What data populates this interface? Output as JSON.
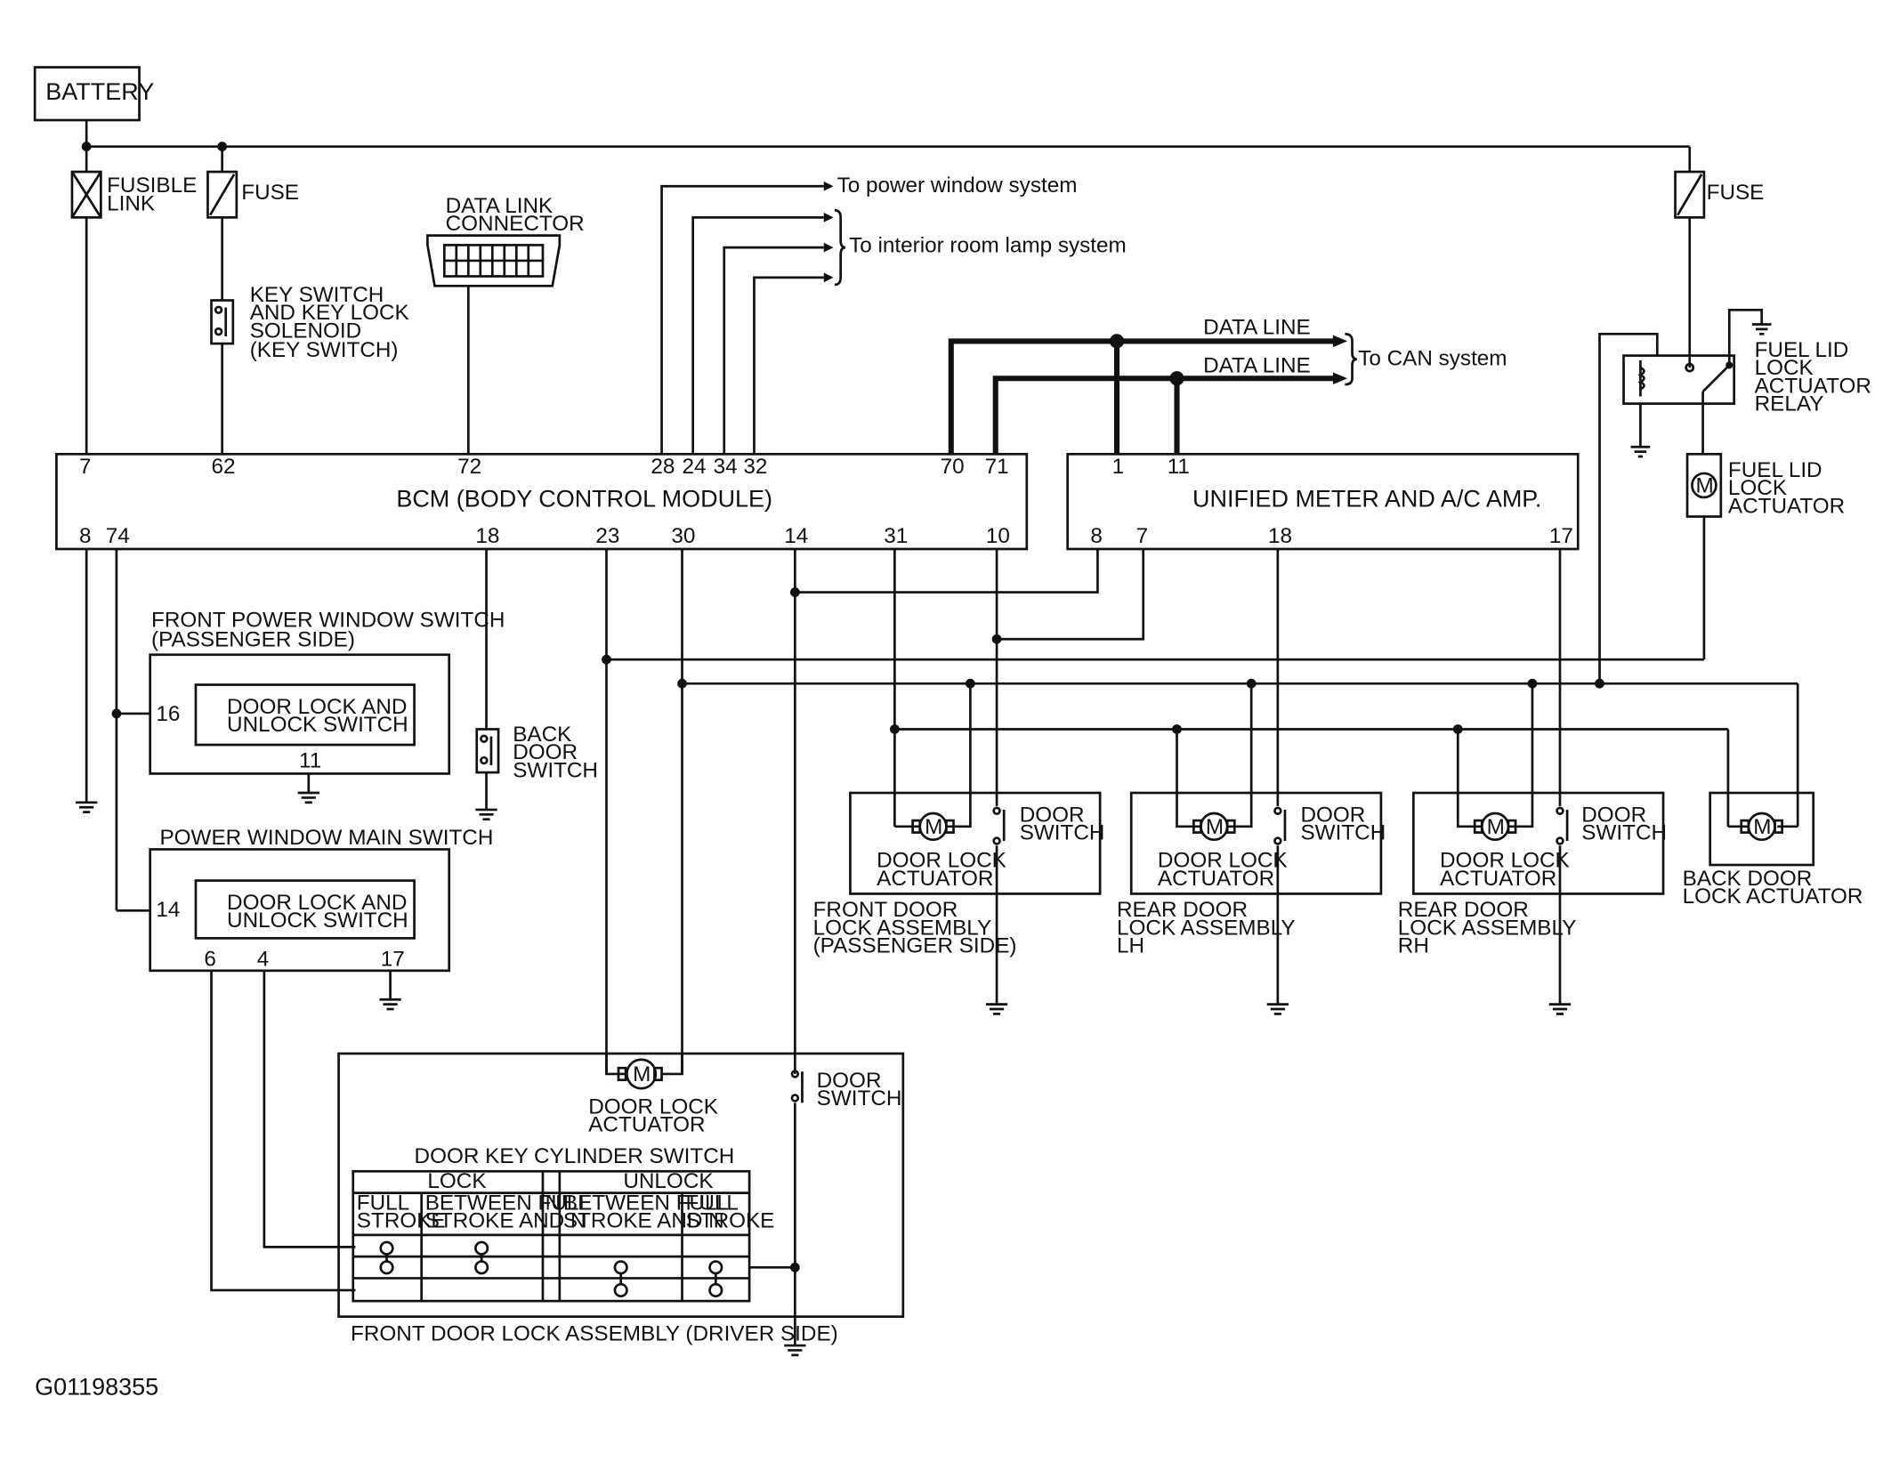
{
  "components": {
    "battery": "BATTERY",
    "fusible_link": [
      "FUSIBLE",
      "LINK"
    ],
    "fuse_left": "FUSE",
    "fuse_right": "FUSE",
    "key_switch": [
      "KEY SWITCH",
      "AND KEY LOCK",
      "SOLENOID",
      "(KEY SWITCH)"
    ],
    "data_link_connector": [
      "DATA LINK",
      "CONNECTOR"
    ],
    "to_power_window": "To power window system",
    "to_interior_lamp": "To interior room lamp system",
    "data_line_1": "DATA LINE",
    "data_line_2": "DATA LINE",
    "to_can": "To CAN system",
    "fuel_lid_relay": [
      "FUEL LID",
      "LOCK",
      "ACTUATOR",
      "RELAY"
    ],
    "fuel_lid_actuator": [
      "FUEL LID",
      "LOCK",
      "ACTUATOR"
    ],
    "bcm": "BCM (BODY CONTROL MODULE)",
    "unified_meter": "UNIFIED METER AND A/C AMP.",
    "front_pw_switch_title": [
      "FRONT POWER WINDOW SWITCH",
      "(PASSENGER SIDE)"
    ],
    "door_lock_unlock_switch": [
      "DOOR LOCK AND",
      "UNLOCK SWITCH"
    ],
    "power_window_main_switch": "POWER WINDOW MAIN SWITCH",
    "back_door_switch": [
      "BACK",
      "DOOR",
      "SWITCH"
    ],
    "door_switch": [
      "DOOR",
      "SWITCH"
    ],
    "door_lock_actuator": [
      "DOOR LOCK",
      "ACTUATOR"
    ],
    "front_door_pass": [
      "FRONT DOOR",
      "LOCK ASSEMBLY",
      "(PASSENGER SIDE)"
    ],
    "rear_door_lh": [
      "REAR DOOR",
      "LOCK ASSEMBLY",
      "LH"
    ],
    "rear_door_rh": [
      "REAR DOOR",
      "LOCK ASSEMBLY",
      "RH"
    ],
    "back_door_actuator": [
      "BACK DOOR",
      "LOCK ACTUATOR"
    ],
    "door_key_cylinder": "DOOR KEY CYLINDER SWITCH",
    "lock": "LOCK",
    "unlock": "UNLOCK",
    "full_stroke": [
      "FULL",
      "STROKE"
    ],
    "between_full": [
      "BETWEEN FULL",
      "STROKE AND N"
    ],
    "n": "N",
    "front_door_driver": "FRONT DOOR LOCK ASSEMBLY (DRIVER SIDE)",
    "motor": "M",
    "figure_id": "G01198355"
  },
  "pins": {
    "bcm_top": [
      "7",
      "62",
      "72",
      "28",
      "24",
      "34",
      "32",
      "70",
      "71"
    ],
    "bcm_bottom": [
      "8",
      "74",
      "18",
      "23",
      "30",
      "14",
      "31",
      "10"
    ],
    "meter_top": [
      "1",
      "11"
    ],
    "meter_bottom": [
      "8",
      "7",
      "18",
      "17"
    ],
    "front_pw": [
      "16",
      "11"
    ],
    "main_sw": [
      "14",
      "6",
      "4",
      "17"
    ]
  }
}
